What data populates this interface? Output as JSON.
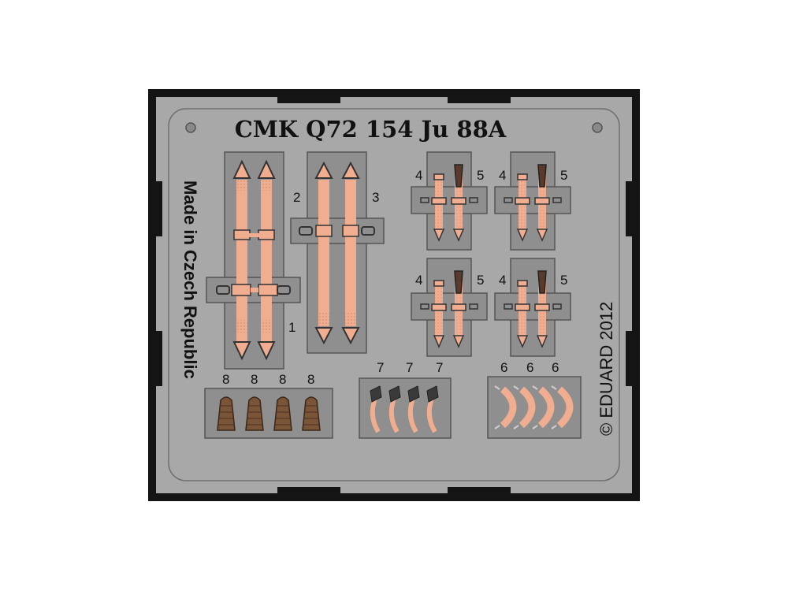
{
  "title": "CMK Q72 154 Ju 88A",
  "side_left": "Made in Czech Republic",
  "side_right": "© EDUARD 2012",
  "part_numbers": {
    "p1": "1",
    "p2": "2",
    "p3": "3",
    "p4": "4",
    "p5": "5",
    "p6": "6",
    "p7": "7",
    "p8": "8"
  },
  "colors": {
    "frame": "#141414",
    "metal": "#a8a8a8",
    "strap": "#f0ad8f",
    "cushion": "#7a5538",
    "buckle": "#3a3a3a"
  }
}
